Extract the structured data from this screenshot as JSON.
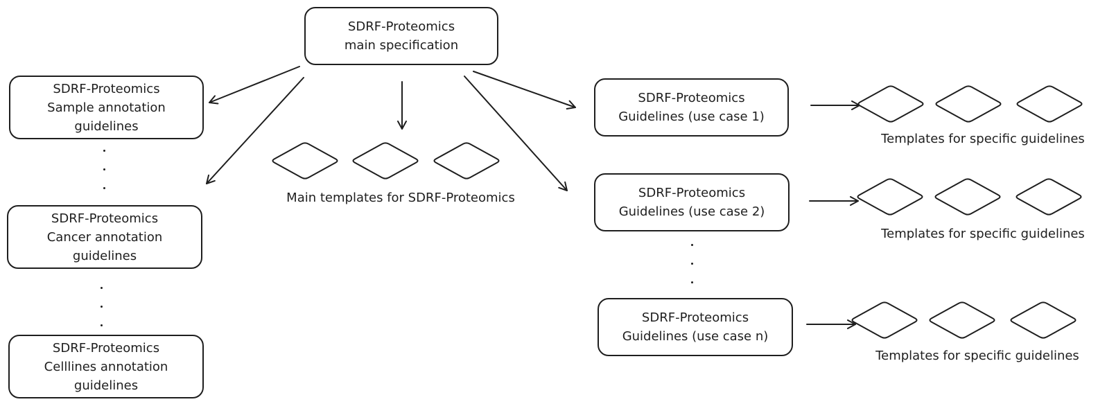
{
  "main_spec": {
    "line1": "SDRF-Proteomics",
    "line2": "main specification"
  },
  "left_guidelines": [
    {
      "line1": "SDRF-Proteomics",
      "line2": "Sample annotation",
      "line3": "guidelines"
    },
    {
      "line1": "SDRF-Proteomics",
      "line2": "Cancer annotation",
      "line3": "guidelines"
    },
    {
      "line1": "SDRF-Proteomics",
      "line2": "Celllines annotation",
      "line3": "guidelines"
    }
  ],
  "main_templates": {
    "caption": "Main templates for SDRF-Proteomics",
    "count": 3
  },
  "use_cases": [
    {
      "line1": "SDRF-Proteomics",
      "line2": "Guidelines (use case 1)",
      "templates_caption": "Templates for specific guidelines"
    },
    {
      "line1": "SDRF-Proteomics",
      "line2": "Guidelines (use case 2)",
      "templates_caption": "Templates for specific guidelines"
    },
    {
      "line1": "SDRF-Proteomics",
      "line2": "Guidelines (use case n)",
      "templates_caption": "Templates for specific guidelines"
    }
  ],
  "colors": {
    "stroke": "#1e1e1e",
    "background": "#ffffff"
  }
}
